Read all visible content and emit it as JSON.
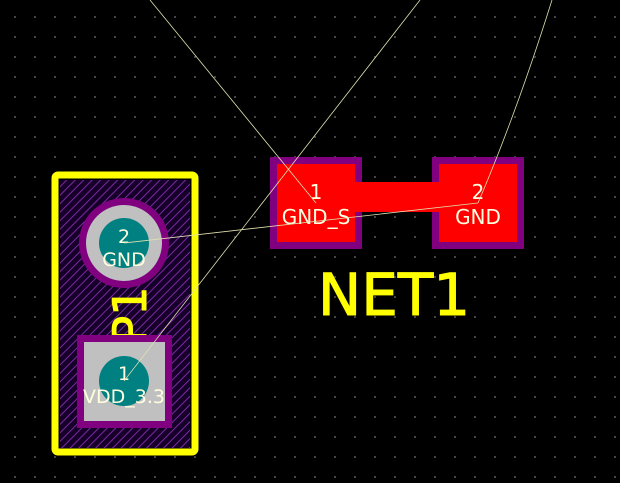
{
  "board": {
    "colors": {
      "background": "#000000",
      "grid_dot": "#5a5a5a",
      "silkscreen": "#ffff00",
      "copper_front": "#ff0000",
      "solder_mask": "#800080",
      "ratsnest": "#e0e0b0",
      "pad_through": "#c0c0c0",
      "drill": "#008080",
      "pad_label": "#ffffe0"
    },
    "footprint_p1": {
      "reference": "P1",
      "pads": [
        {
          "number": "2",
          "net": "GND"
        },
        {
          "number": "1",
          "net": "VDD_3.3"
        }
      ]
    },
    "footprint_net1": {
      "value": "NET1",
      "pads": [
        {
          "number": "1",
          "net": "GND_S"
        },
        {
          "number": "2",
          "net": "GND"
        }
      ]
    }
  }
}
